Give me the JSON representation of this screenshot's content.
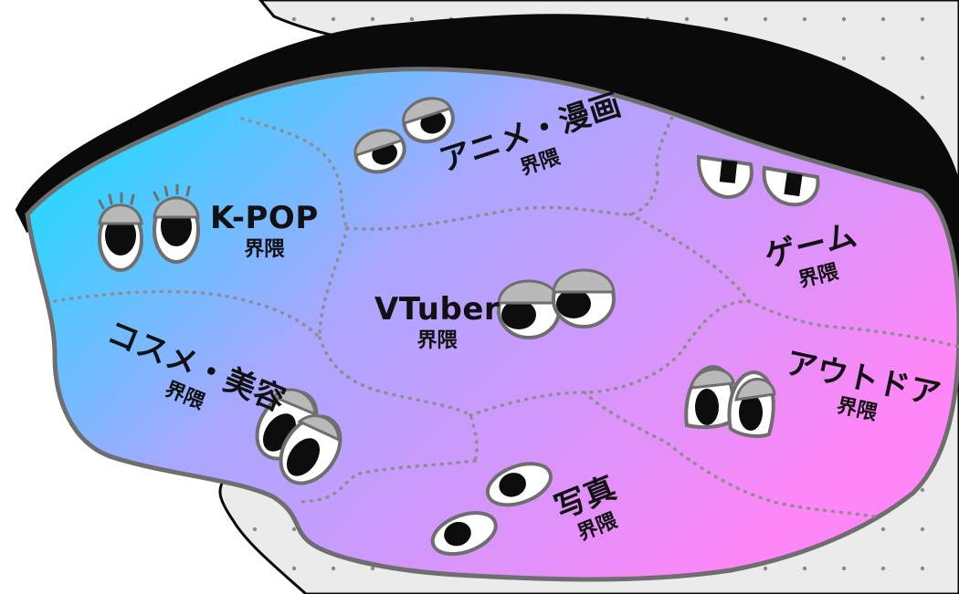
{
  "colors": {
    "background": "#ffffff",
    "dot_panel": "#ebebeb",
    "dots": "#8a8a8a",
    "rim": "#0a0a0a",
    "outline": "#6e6e6e",
    "gradient_start": "#00e5ff",
    "gradient_mid": "#a9a7ff",
    "gradient_end": "#ff86f7",
    "boundary": "#8d8d8d",
    "eye_white": "#ffffff",
    "eyelid": "#b9b9b9",
    "pupil": "#0d0d0d"
  },
  "regions": [
    {
      "id": "kpop",
      "name": "K-POP",
      "sub": "界隈"
    },
    {
      "id": "anime",
      "name": "アニメ・漫画",
      "sub": "界隈"
    },
    {
      "id": "game",
      "name": "ゲーム",
      "sub": "界隈"
    },
    {
      "id": "vtuber",
      "name": "VTuber",
      "sub": "界隈"
    },
    {
      "id": "cosme",
      "name": "コスメ・美容",
      "sub": "界隈"
    },
    {
      "id": "outdoor",
      "name": "アウトドア",
      "sub": "界隈"
    },
    {
      "id": "photo",
      "name": "写真",
      "sub": "界隈"
    }
  ]
}
